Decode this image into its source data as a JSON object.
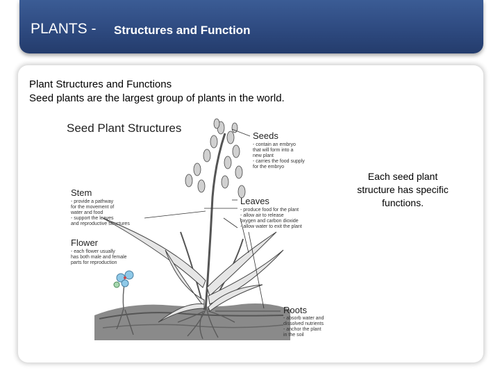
{
  "header": {
    "title_main": "PLANTS -",
    "title_sub": "Structures and Function"
  },
  "content": {
    "heading": "Plant Structures and Functions",
    "subheading": "Seed plants are the largest group of plants in the world.",
    "side_note": "Each seed plant structure has specific functions."
  },
  "figure": {
    "title": "Seed Plant Structures",
    "labels": {
      "seeds": "Seeds",
      "stem": "Stem",
      "leaves": "Leaves",
      "flower": "Flower",
      "roots": "Roots"
    },
    "descriptions": {
      "seeds": [
        "- contain an embryo",
        "that will form into a",
        "new plant",
        "- carries the food supply",
        "for the embryo"
      ],
      "stem": [
        "- provide a pathway",
        "for the movement of",
        "water and food",
        "- support the leaves",
        "and reproductive structures"
      ],
      "leaves": [
        "- produce food for the plant",
        "- allow air to release",
        "oxygen and carbon dioxide",
        "- allow water to exit the plant"
      ],
      "flower": [
        "- each flower usually",
        "has both male and female",
        "parts for reproduction"
      ],
      "roots": [
        "- absorb water and",
        "dissolved nutrients",
        "- anchor the plant",
        "in the soil"
      ]
    }
  }
}
